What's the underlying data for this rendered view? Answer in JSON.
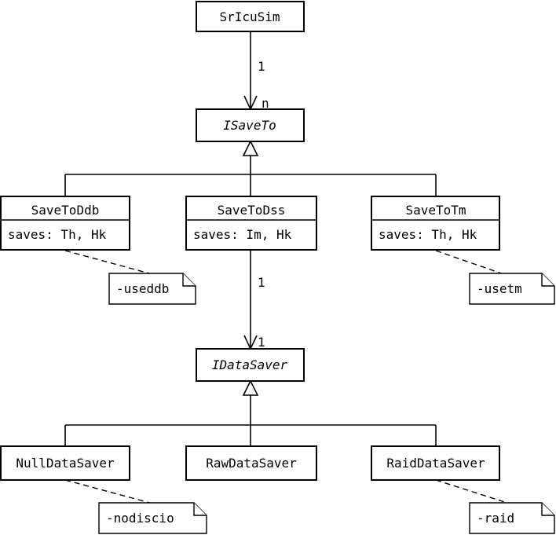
{
  "diagram": {
    "classes": {
      "sricusim": "SrIcuSim",
      "isaveto": "ISaveTo",
      "savetoddb": "SaveToDdb",
      "savetoddb_attr": "saves: Th, Hk",
      "savetodss": "SaveToDss",
      "savetodss_attr": "saves: Im, Hk",
      "savetotm": "SaveToTm",
      "savetotm_attr": "saves: Th, Hk",
      "idatasaver": "IDataSaver",
      "nulldatasaver": "NullDataSaver",
      "rawdatasaver": "RawDataSaver",
      "raiddatasaver": "RaidDataSaver"
    },
    "multiplicities": {
      "sricusim_to_isaveto_source": "1",
      "sricusim_to_isaveto_target": "n",
      "savetodss_to_idatasaver_source": "1",
      "savetodss_to_idatasaver_target": "1"
    },
    "notes": {
      "useddb": "-useddb",
      "usetm": "-usetm",
      "nodiscio": "-nodiscio",
      "raid": "-raid"
    }
  }
}
